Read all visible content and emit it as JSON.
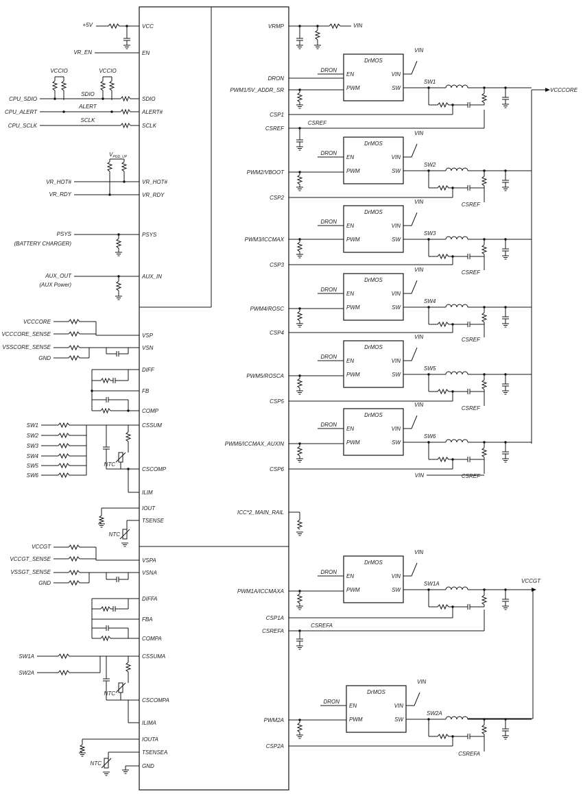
{
  "controller": {
    "left_pins": [
      "VCC",
      "EN",
      "SDIO",
      "ALERT#",
      "SCLK",
      "VR_HOT#",
      "VR_RDY",
      "PSYS",
      "AUX_IN",
      "VSP",
      "VSN",
      "DIFF",
      "FB",
      "COMP",
      "CSSUM",
      "CSCOMP",
      "ILIM",
      "IOUT",
      "TSENSE",
      "VSPA",
      "VSNA",
      "DIFFA",
      "FBA",
      "COMPA",
      "CSSUMA",
      "CSCOMPA",
      "ILIMA",
      "IOUTA",
      "TSENSEA",
      "GND"
    ],
    "right_pins": [
      "VRMP",
      "DRON",
      "PWM1/5V_ADDR_SR",
      "CSP1",
      "CSREF",
      "PWM2/VBOOT",
      "CSP2",
      "PWM3/ICCMAX",
      "CSP3",
      "PWM4/ROSC",
      "CSP4",
      "PWM5/ROSCA",
      "CSP5",
      "PWM6/ICCMAX_AUXIN",
      "CSP6",
      "ICC*2_MAIN_RAIL",
      "PWM1A/ICCMAXA",
      "CSP1A",
      "CSREFA",
      "PWM2A",
      "CSP2A"
    ]
  },
  "left_nets": [
    "+5V",
    "VR_EN",
    "VCCIO",
    "VCCIO",
    "SDIO",
    "ALERT",
    "SCLK",
    "CPU_SDIO",
    "CPU_ALERT",
    "CPU_SCLK",
    "VR_HOT#",
    "VR_RDY",
    "PSYS",
    "(BATTERY CHARGER)",
    "AUX_OUT",
    "(AUX Power)",
    "VCCCORE",
    "VCCCORE_SENSE",
    "VSSCORE_SENSE",
    "GND",
    "SW1",
    "SW2",
    "SW3",
    "SW4",
    "SW5",
    "SW6",
    "NTC",
    "NTC",
    "VCCGT",
    "VCCGT_SENSE",
    "VSSGT_SENSE",
    "GND",
    "SW1A",
    "SW2A",
    "NTC",
    "NTC"
  ],
  "pullup_label": {
    "main": "V",
    "sub": "PGD_UP"
  },
  "drmos": {
    "title": "DrMOS",
    "pins": {
      "en": "EN",
      "pwm": "PWM",
      "vin": "VIN",
      "sw": "SW"
    },
    "dron_label": "DRON",
    "vin_label": "VIN"
  },
  "main_phases": [
    {
      "sw": "SW1",
      "ref": "CSREF"
    },
    {
      "sw": "SW2",
      "ref": "CSREF"
    },
    {
      "sw": "SW3",
      "ref": "CSREF"
    },
    {
      "sw": "SW4",
      "ref": "CSREF"
    },
    {
      "sw": "SW5",
      "ref": "CSREF"
    },
    {
      "sw": "SW6",
      "ref": "CSREF"
    }
  ],
  "gt_phases": [
    {
      "sw": "SW1A",
      "ref": ""
    },
    {
      "sw": "SW2A",
      "ref": "CSREFA"
    }
  ],
  "rails": {
    "vin": "VIN",
    "vcccore": "VCCCORE",
    "vccgt": "VCCGT",
    "csref": "CSREF",
    "csrefa": "CSREFA",
    "vin_bottom": "VIN"
  }
}
